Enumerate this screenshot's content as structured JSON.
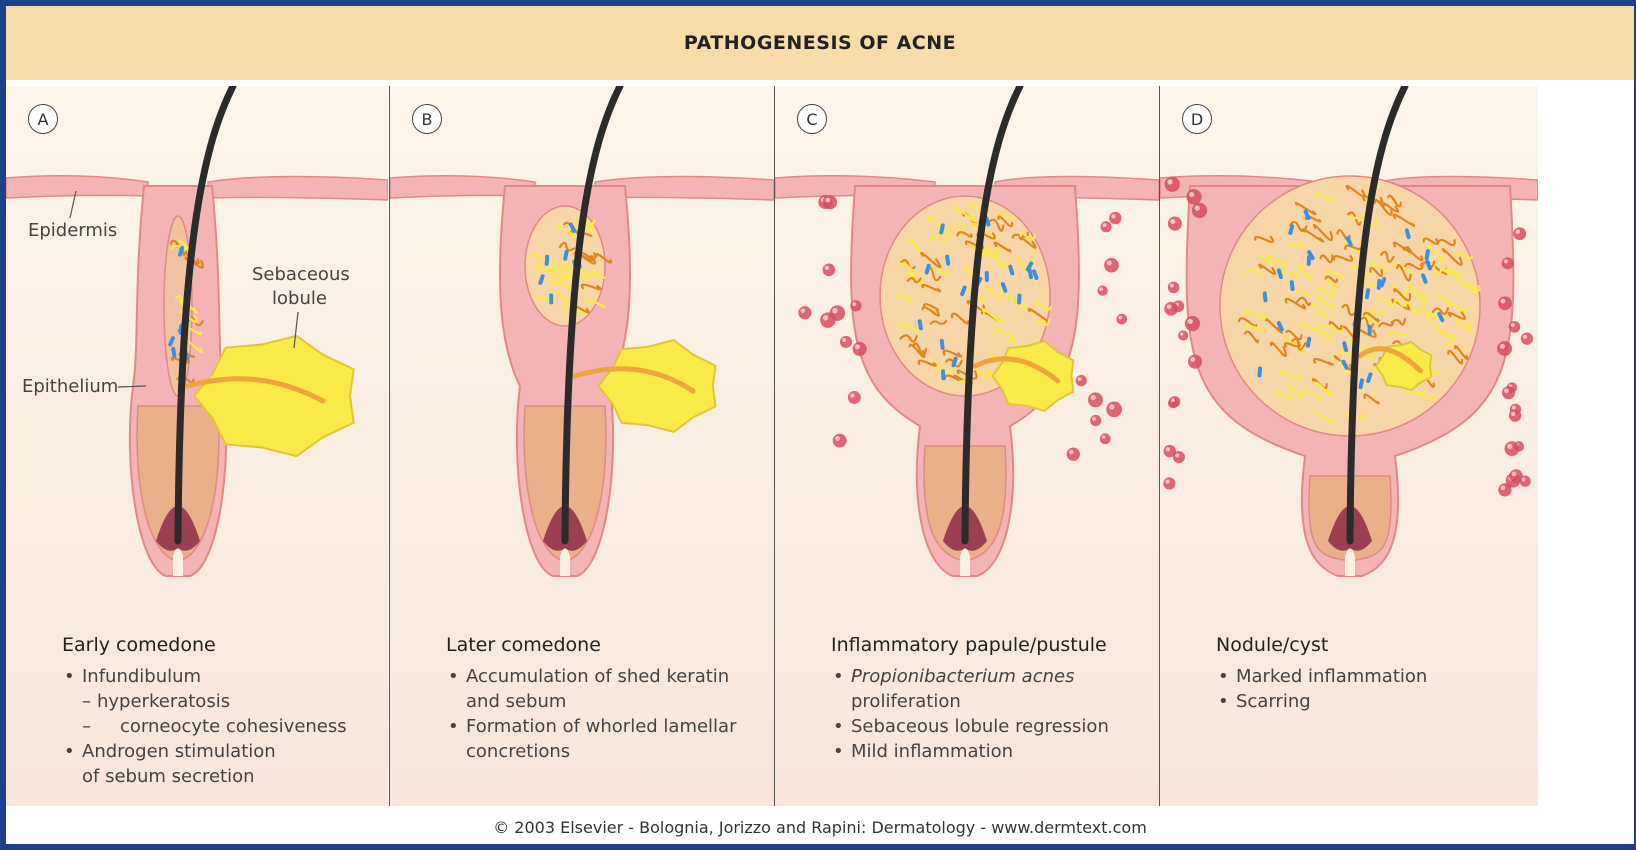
{
  "title": "PATHOGENESIS OF ACNE",
  "panels": [
    {
      "letter": "A",
      "stage": "Early comedone",
      "labels": {
        "epidermis": "Epidermis",
        "sebaceous_lobule_1": "Sebaceous",
        "sebaceous_lobule_2": "lobule",
        "epithelium": "Epithelium"
      },
      "bullets": [
        {
          "text": "Infundibulum"
        },
        {
          "sub": "hyperkeratosis"
        },
        {
          "sub2": "corneocyte cohesiveness"
        },
        {
          "text": "Androgen stimulation"
        },
        {
          "cont": "of sebum secretion"
        }
      ]
    },
    {
      "letter": "B",
      "stage": "Later comedone",
      "bullets": [
        {
          "text": "Accumulation of shed keratin"
        },
        {
          "cont": "and sebum"
        },
        {
          "text": "Formation of whorled lamellar"
        },
        {
          "cont": "concretions"
        }
      ]
    },
    {
      "letter": "C",
      "stage": "Inflammatory papule/pustule",
      "bullets": [
        {
          "italic": "Propionibacterium acnes"
        },
        {
          "cont": "proliferation"
        },
        {
          "text": "Sebaceous lobule regression"
        },
        {
          "text": "Mild inflammation"
        }
      ]
    },
    {
      "letter": "D",
      "stage": "Nodule/cyst",
      "bullets": [
        {
          "text": "Marked inflammation"
        },
        {
          "text": "Scarring"
        }
      ]
    }
  ],
  "footer": "© 2003 Elsevier - Bolognia, Jorizzo and Rapini: Dermatology - www.dermtext.com",
  "colors": {
    "border": "#1e3f8a",
    "title_bg": "#f8dcaa",
    "skin": "#f4b3b5",
    "skin_dark": "#e08a86",
    "sebum": "#fbea4a",
    "hair": "#2b2b2b",
    "bulb": "#9c3f52",
    "inflammation": "#d84c5e",
    "bacteria": "#3a8fe0"
  }
}
